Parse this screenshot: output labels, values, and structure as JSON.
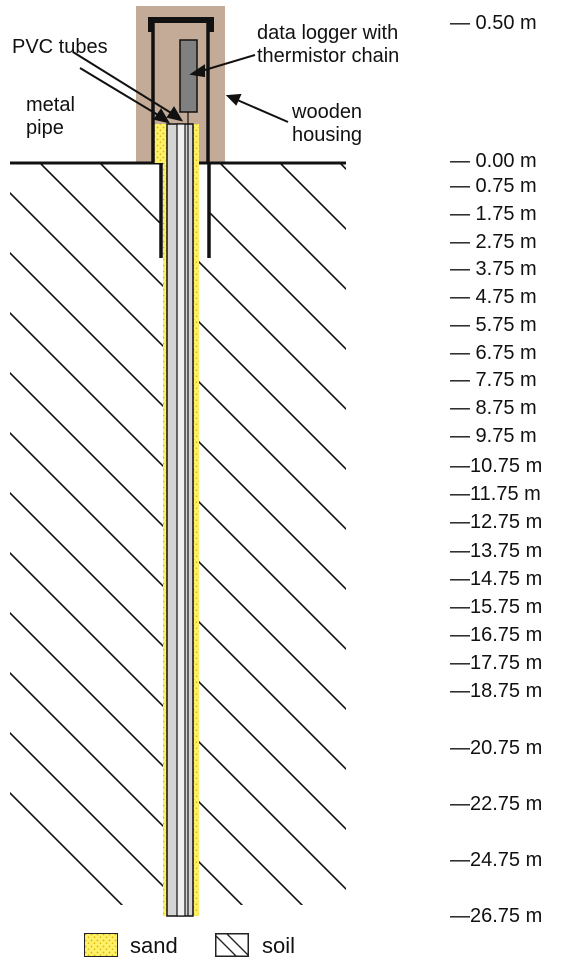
{
  "labels": {
    "data_logger": "data logger with\nthermistor chain",
    "pvc_tubes": "PVC tubes",
    "metal_pipe": "metal\npipe",
    "wooden_housing": "wooden\nhousing"
  },
  "depth_markers": [
    "— 0.50 m",
    "— 0.00 m",
    "— 0.75 m",
    "— 1.75 m",
    "— 2.75 m",
    "— 3.75 m",
    "— 4.75 m",
    "— 5.75 m",
    "— 6.75 m",
    "— 7.75 m",
    "— 8.75 m",
    "— 9.75 m",
    "—10.75 m",
    "—11.75 m",
    "—12.75 m",
    "—13.75 m",
    "—14.75 m",
    "—15.75 m",
    "—16.75 m",
    "—17.75 m",
    "—18.75 m",
    "—20.75 m",
    "—22.75 m",
    "—24.75 m",
    "—26.75 m"
  ],
  "legend": {
    "sand": "sand",
    "soil": "soil"
  },
  "colors": {
    "wood": "#c4ab97",
    "sand": "#fff06a",
    "sand_dots": "#d9b800",
    "pvc": "#d4d4d4",
    "logger": "#808080",
    "line": "#111111"
  }
}
